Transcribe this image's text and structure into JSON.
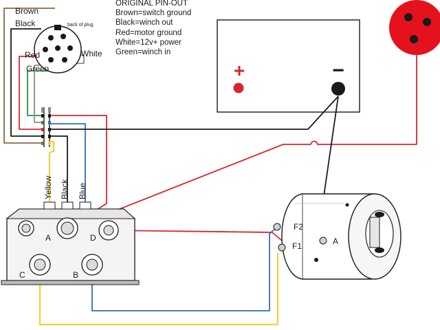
{
  "pinout": {
    "title": "ORIGINAL PIN-OUT",
    "lines": [
      "Brown=switch ground",
      "Black=winch out",
      "Red=motor ground",
      "White=12v+ power",
      "Green=winch in"
    ]
  },
  "plug": {
    "caption": "back of plug",
    "labels": {
      "brown": "Brown",
      "black": "Black",
      "red": "Red",
      "white": "White",
      "green": "Green"
    }
  },
  "battery": {
    "positive": "+",
    "negative": "−"
  },
  "solenoid": {
    "wire_labels": {
      "yellow": "Yellow",
      "black": "Black",
      "blue": "Blue"
    },
    "terminals": {
      "a": "A",
      "b": "B",
      "c": "C",
      "d": "D"
    }
  },
  "motor": {
    "terminals": {
      "f1": "F1",
      "f2": "F2",
      "a": "A"
    }
  },
  "colors": {
    "red": "#d8262e",
    "blue": "#2f6db5",
    "yellow": "#f2cf38",
    "brown": "#8a6a3c",
    "green": "#2e8a3a",
    "black": "#1a1a1a",
    "socket": "#e3121d"
  }
}
